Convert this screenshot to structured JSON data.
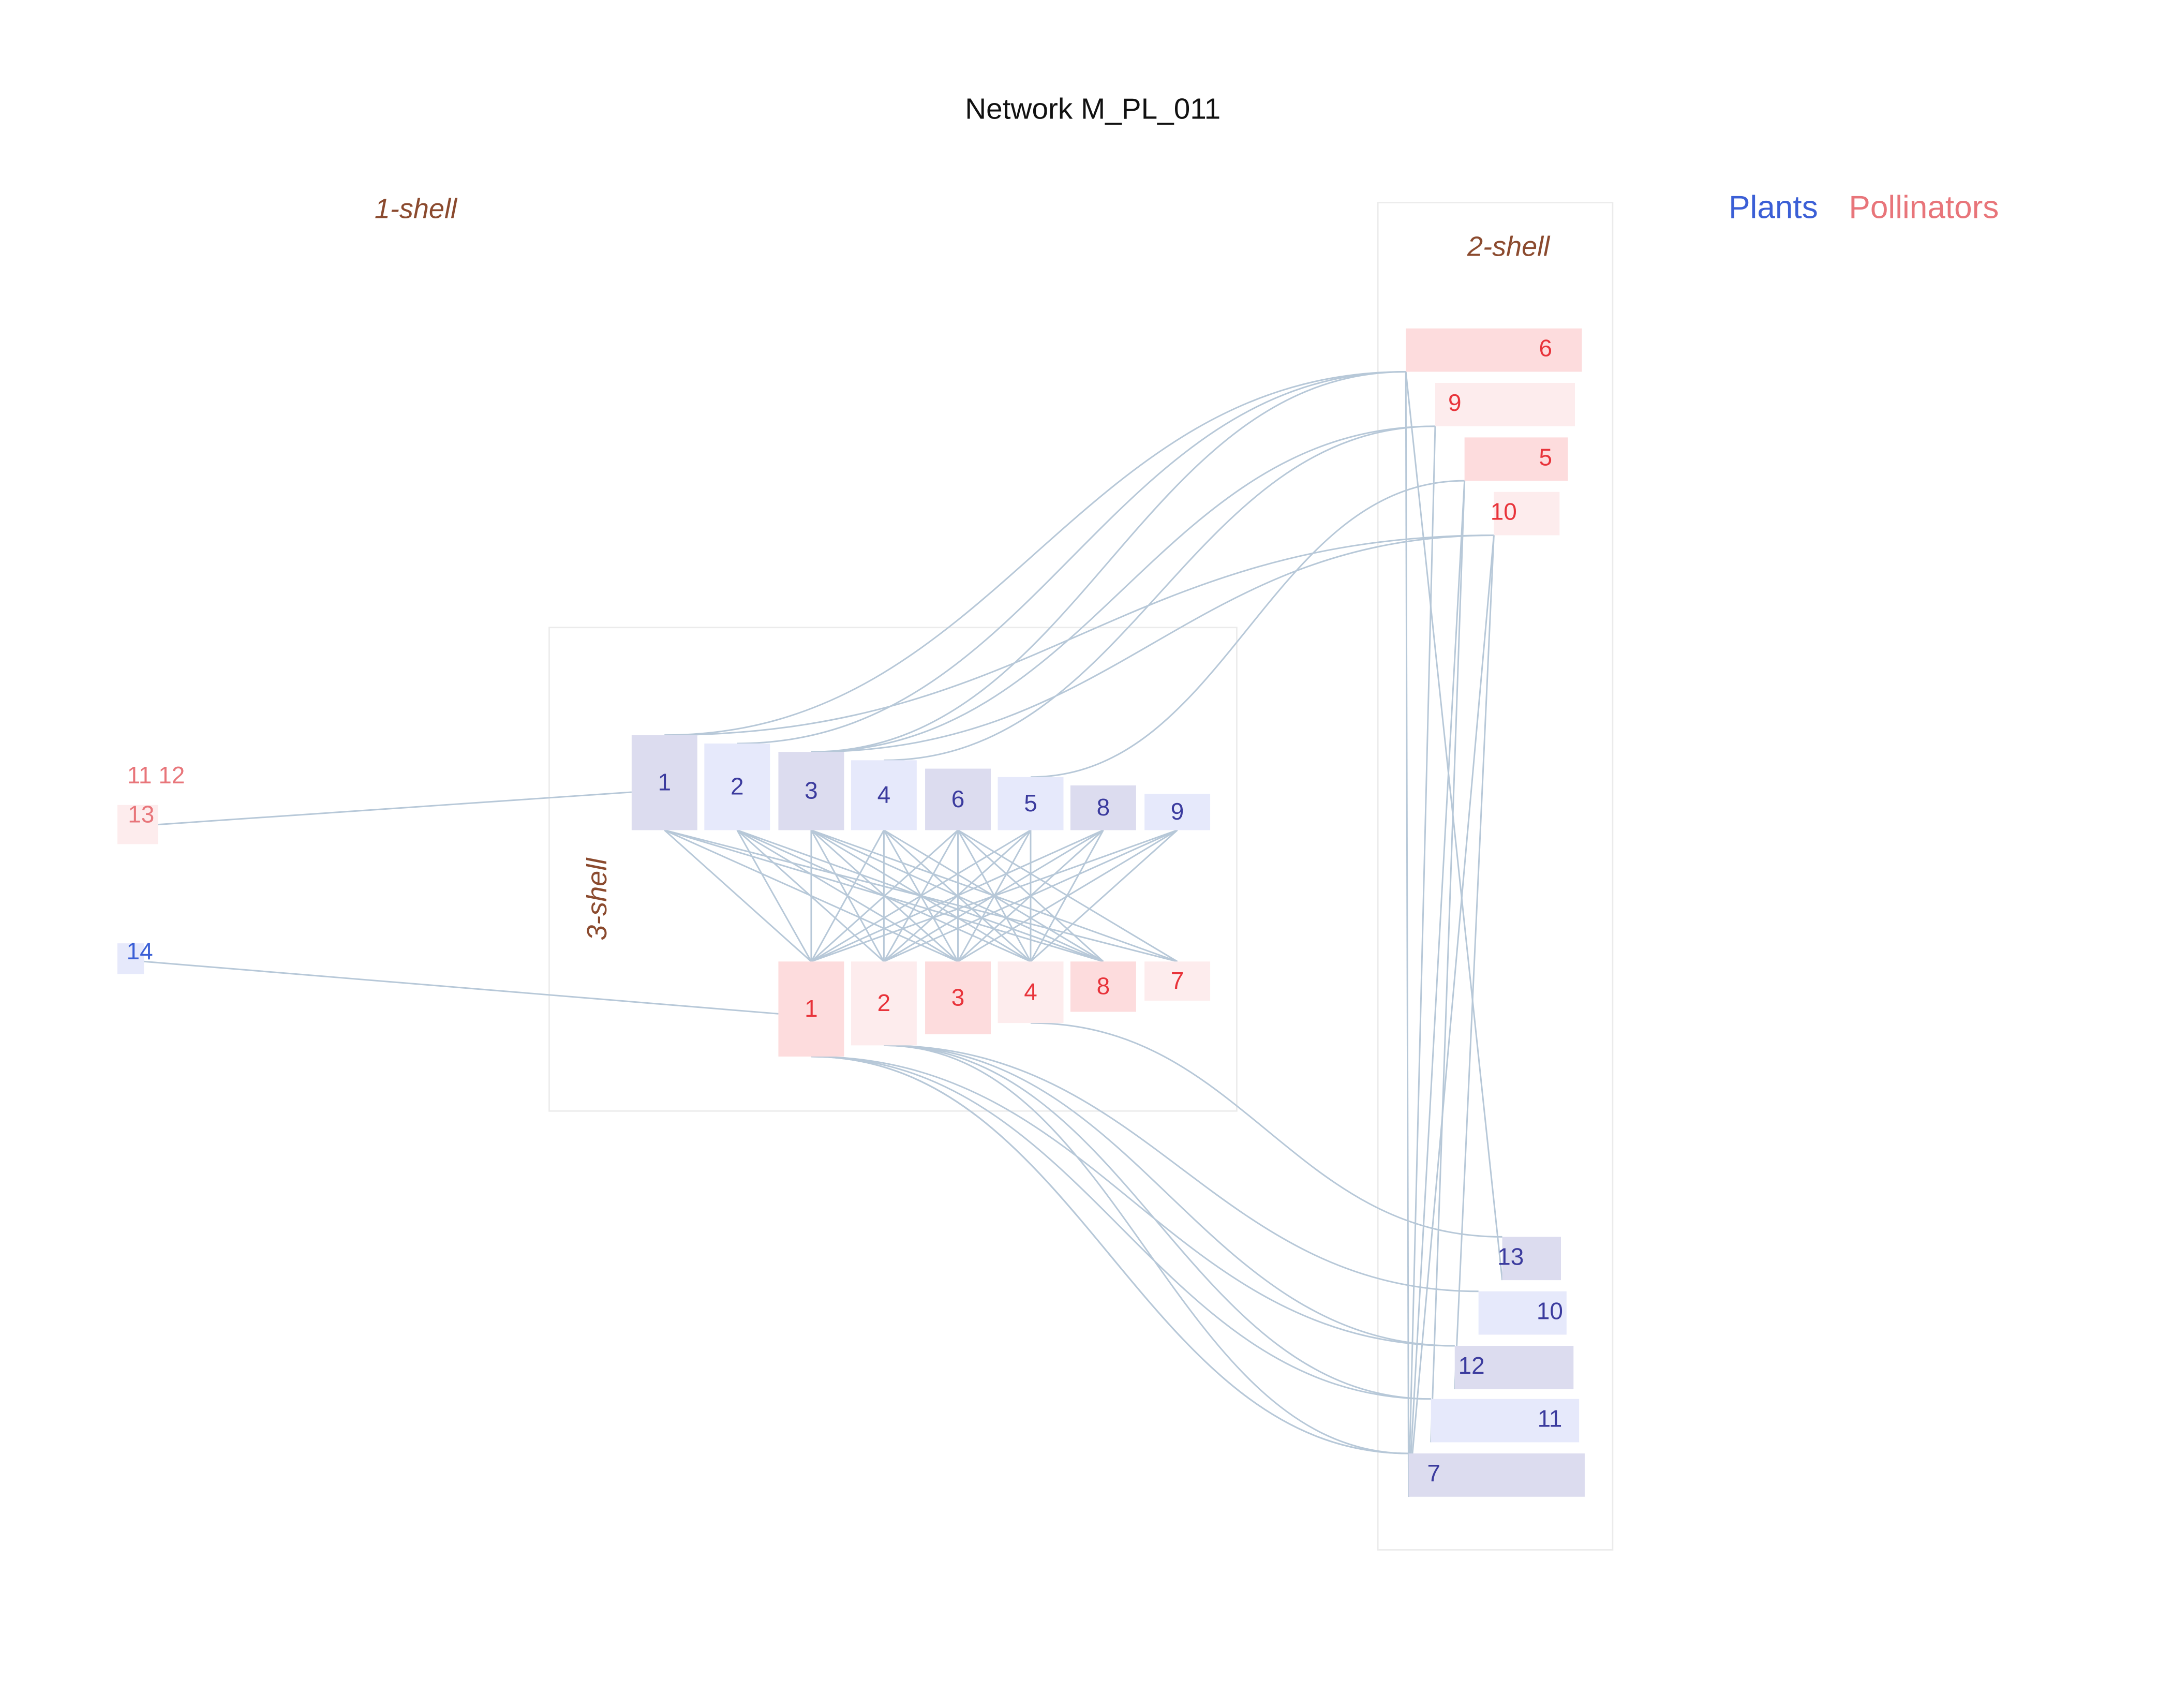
{
  "title": "Network M_PL_011",
  "legend": {
    "plants": "Plants",
    "pollinators": "Pollinators"
  },
  "colors": {
    "plants_legend": "#3b5fd6",
    "pollinators_legend": "#e8757a",
    "plant_label": "#3b3b9e",
    "pollinator_label": "#e8333a",
    "shell_label": "#8b4a2e",
    "link": "#b7c8d8"
  },
  "shells": {
    "one": "1-shell",
    "two": "2-shell",
    "three": "3-shell"
  },
  "shell3": {
    "plants": [
      {
        "label": "1",
        "fill": "#dcdcef"
      },
      {
        "label": "2",
        "fill": "#e6e9fb"
      },
      {
        "label": "3",
        "fill": "#dcdcef"
      },
      {
        "label": "4",
        "fill": "#e6e9fb"
      },
      {
        "label": "6",
        "fill": "#dcdcef"
      },
      {
        "label": "5",
        "fill": "#e6e9fb"
      },
      {
        "label": "8",
        "fill": "#dcdcef"
      },
      {
        "label": "9",
        "fill": "#e6e9fb"
      }
    ],
    "pollinators": [
      {
        "label": "1",
        "fill": "#fddcdd"
      },
      {
        "label": "2",
        "fill": "#fdeced"
      },
      {
        "label": "3",
        "fill": "#fddcdd"
      },
      {
        "label": "4",
        "fill": "#fdeced"
      },
      {
        "label": "8",
        "fill": "#fddcdd"
      },
      {
        "label": "7",
        "fill": "#fdeced"
      }
    ]
  },
  "shell2": {
    "pollinators": [
      {
        "label": "6",
        "fill": "#fddcdd"
      },
      {
        "label": "9",
        "fill": "#fdeced"
      },
      {
        "label": "5",
        "fill": "#fddcdd"
      },
      {
        "label": "10",
        "fill": "#fdeced"
      }
    ],
    "plants": [
      {
        "label": "13",
        "fill": "#dcdcef"
      },
      {
        "label": "10",
        "fill": "#e6e9fb"
      },
      {
        "label": "12",
        "fill": "#dcdcef"
      },
      {
        "label": "11",
        "fill": "#e6e9fb"
      },
      {
        "label": "7",
        "fill": "#dcdcef"
      }
    ]
  },
  "shell1": {
    "pollinators_line": "11 12",
    "pollinator": {
      "label": "13",
      "fill": "#fdeced"
    },
    "plant": {
      "label": "14",
      "fill": "#e6e9fb"
    }
  }
}
